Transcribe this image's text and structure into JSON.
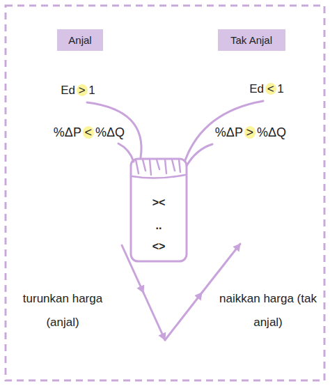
{
  "diagram": {
    "nodes": [
      {
        "text": [
          "Anjal"
        ]
      },
      {
        "text": [
          "Tak Anjal"
        ]
      },
      {
        "text": [
          "><",
          "..",
          "<>"
        ]
      }
    ],
    "labels": [
      "Ed > 1",
      "%ΔP < %ΔQ",
      "Ed < 1",
      "%ΔP > %ΔQ",
      "turunkan harga (anjal)",
      "naikkan harga (tak anjal)"
    ]
  }
}
